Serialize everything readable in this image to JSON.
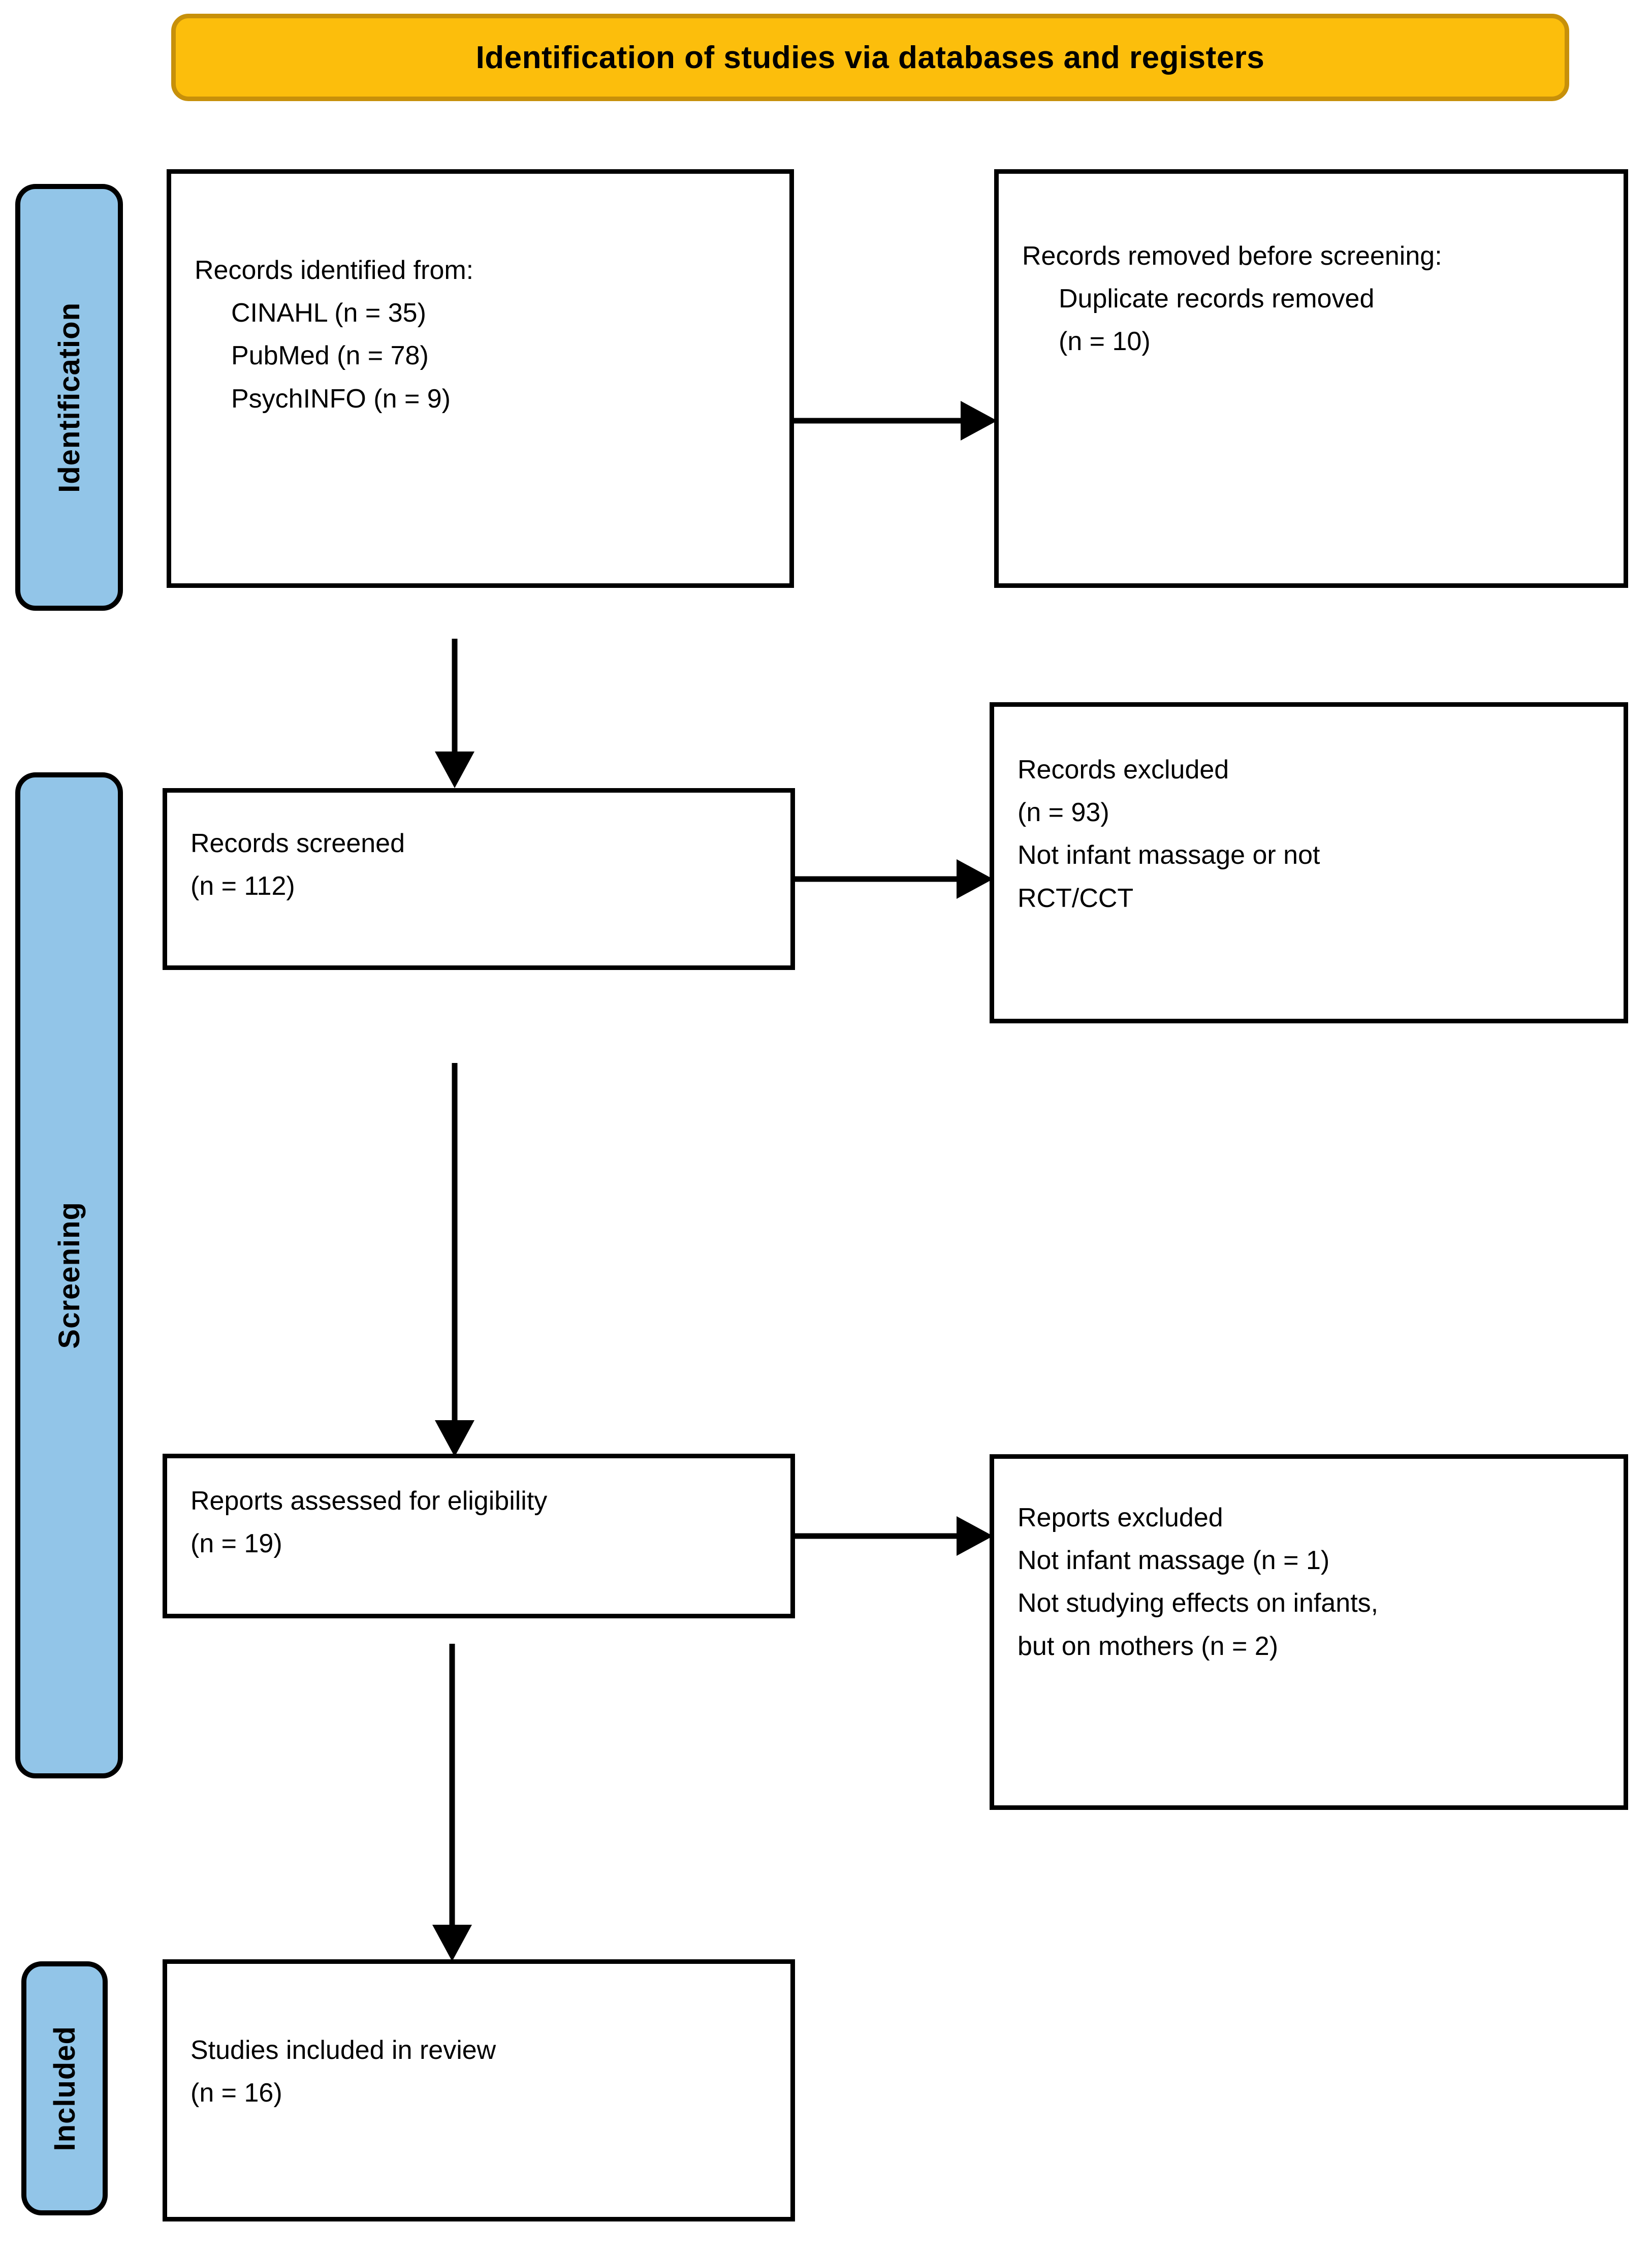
{
  "diagram": {
    "type": "prisma-flow-diagram",
    "banner": {
      "title": "Identification of studies via databases and registers",
      "fill_color": "#FCBE0C",
      "border_color": "#C7900A"
    },
    "stage_tabs": [
      {
        "id": "identification",
        "label": "Identification",
        "fill_color": "#92C5E8"
      },
      {
        "id": "screening",
        "label": "Screening",
        "fill_color": "#92C5E8"
      },
      {
        "id": "included",
        "label": "Included",
        "fill_color": "#92C5E8"
      }
    ],
    "boxes": {
      "identified": {
        "heading": "Records identified from:",
        "items": [
          "CINAHL (n = 35)",
          "PubMed (n = 78)",
          "PsychINFO (n = 9)"
        ]
      },
      "removed": {
        "heading": "Records removed before screening:",
        "items": [
          "Duplicate records removed",
          "(n = 10)"
        ]
      },
      "screened": {
        "heading": "Records screened",
        "count": "(n = 112)"
      },
      "records_excluded": {
        "heading": "Records excluded",
        "count": "(n = 93)",
        "reason_line_1": "Not infant massage or not",
        "reason_line_2": "RCT/CCT"
      },
      "eligibility": {
        "heading": "Reports assessed for eligibility",
        "count": "(n = 19)"
      },
      "reports_excluded": {
        "heading": "Reports excluded",
        "reason_1": "Not infant massage (n = 1)",
        "reason_2_line_1": "Not studying effects on infants,",
        "reason_2_line_2": "but on mothers (n = 2)"
      },
      "included": {
        "heading": "Studies included in review",
        "count": "(n = 16)"
      }
    },
    "counts": {
      "cinahl": 35,
      "pubmed": 78,
      "psychinfo": 9,
      "duplicates_removed": 10,
      "records_screened": 112,
      "records_excluded": 93,
      "reports_assessed": 19,
      "reports_excluded_not_infant_massage": 1,
      "reports_excluded_mothers": 2,
      "studies_included": 16
    }
  }
}
